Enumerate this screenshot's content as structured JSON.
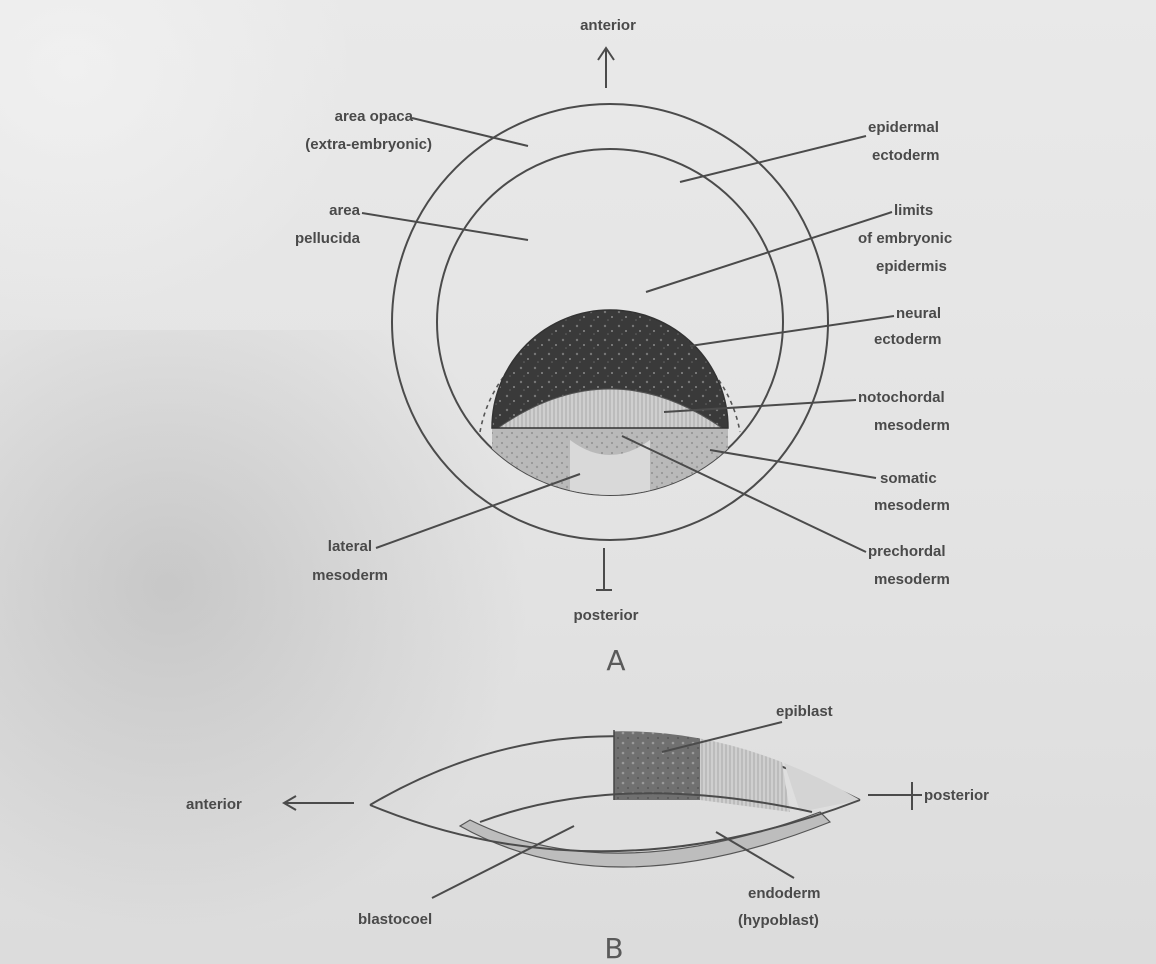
{
  "diagram_a": {
    "letter": "A",
    "anterior": "anterior",
    "posterior": "posterior",
    "area_opaca_1": "area opaca",
    "area_opaca_2": "(extra-embryonic)",
    "area_pellucida_1": "area",
    "area_pellucida_2": "pellucida",
    "epidermal_1": "epidermal",
    "epidermal_2": "ectoderm",
    "limits_1": "limits",
    "limits_2": "of embryonic",
    "limits_3": "epidermis",
    "neural_1": "neural",
    "neural_2": "ectoderm",
    "notochordal_1": "notochordal",
    "notochordal_2": "mesoderm",
    "somatic_1": "somatic",
    "somatic_2": "mesoderm",
    "prechordal_1": "prechordal",
    "prechordal_2": "mesoderm",
    "lateral_1": "lateral",
    "lateral_2": "mesoderm"
  },
  "diagram_b": {
    "letter": "B",
    "epiblast": "epiblast",
    "anterior": "anterior",
    "posterior": "posterior",
    "blastocoel": "blastocoel",
    "endoderm_1": "endoderm",
    "endoderm_2": "(hypoblast)"
  },
  "colors": {
    "line": "#4b4b4b",
    "neural_fill": "#3a3a3a",
    "notochord_fill": "#c9c9c9",
    "mesoderm_fill": "#b2b2b2",
    "epiblast_fill": "#6e6e6e"
  }
}
